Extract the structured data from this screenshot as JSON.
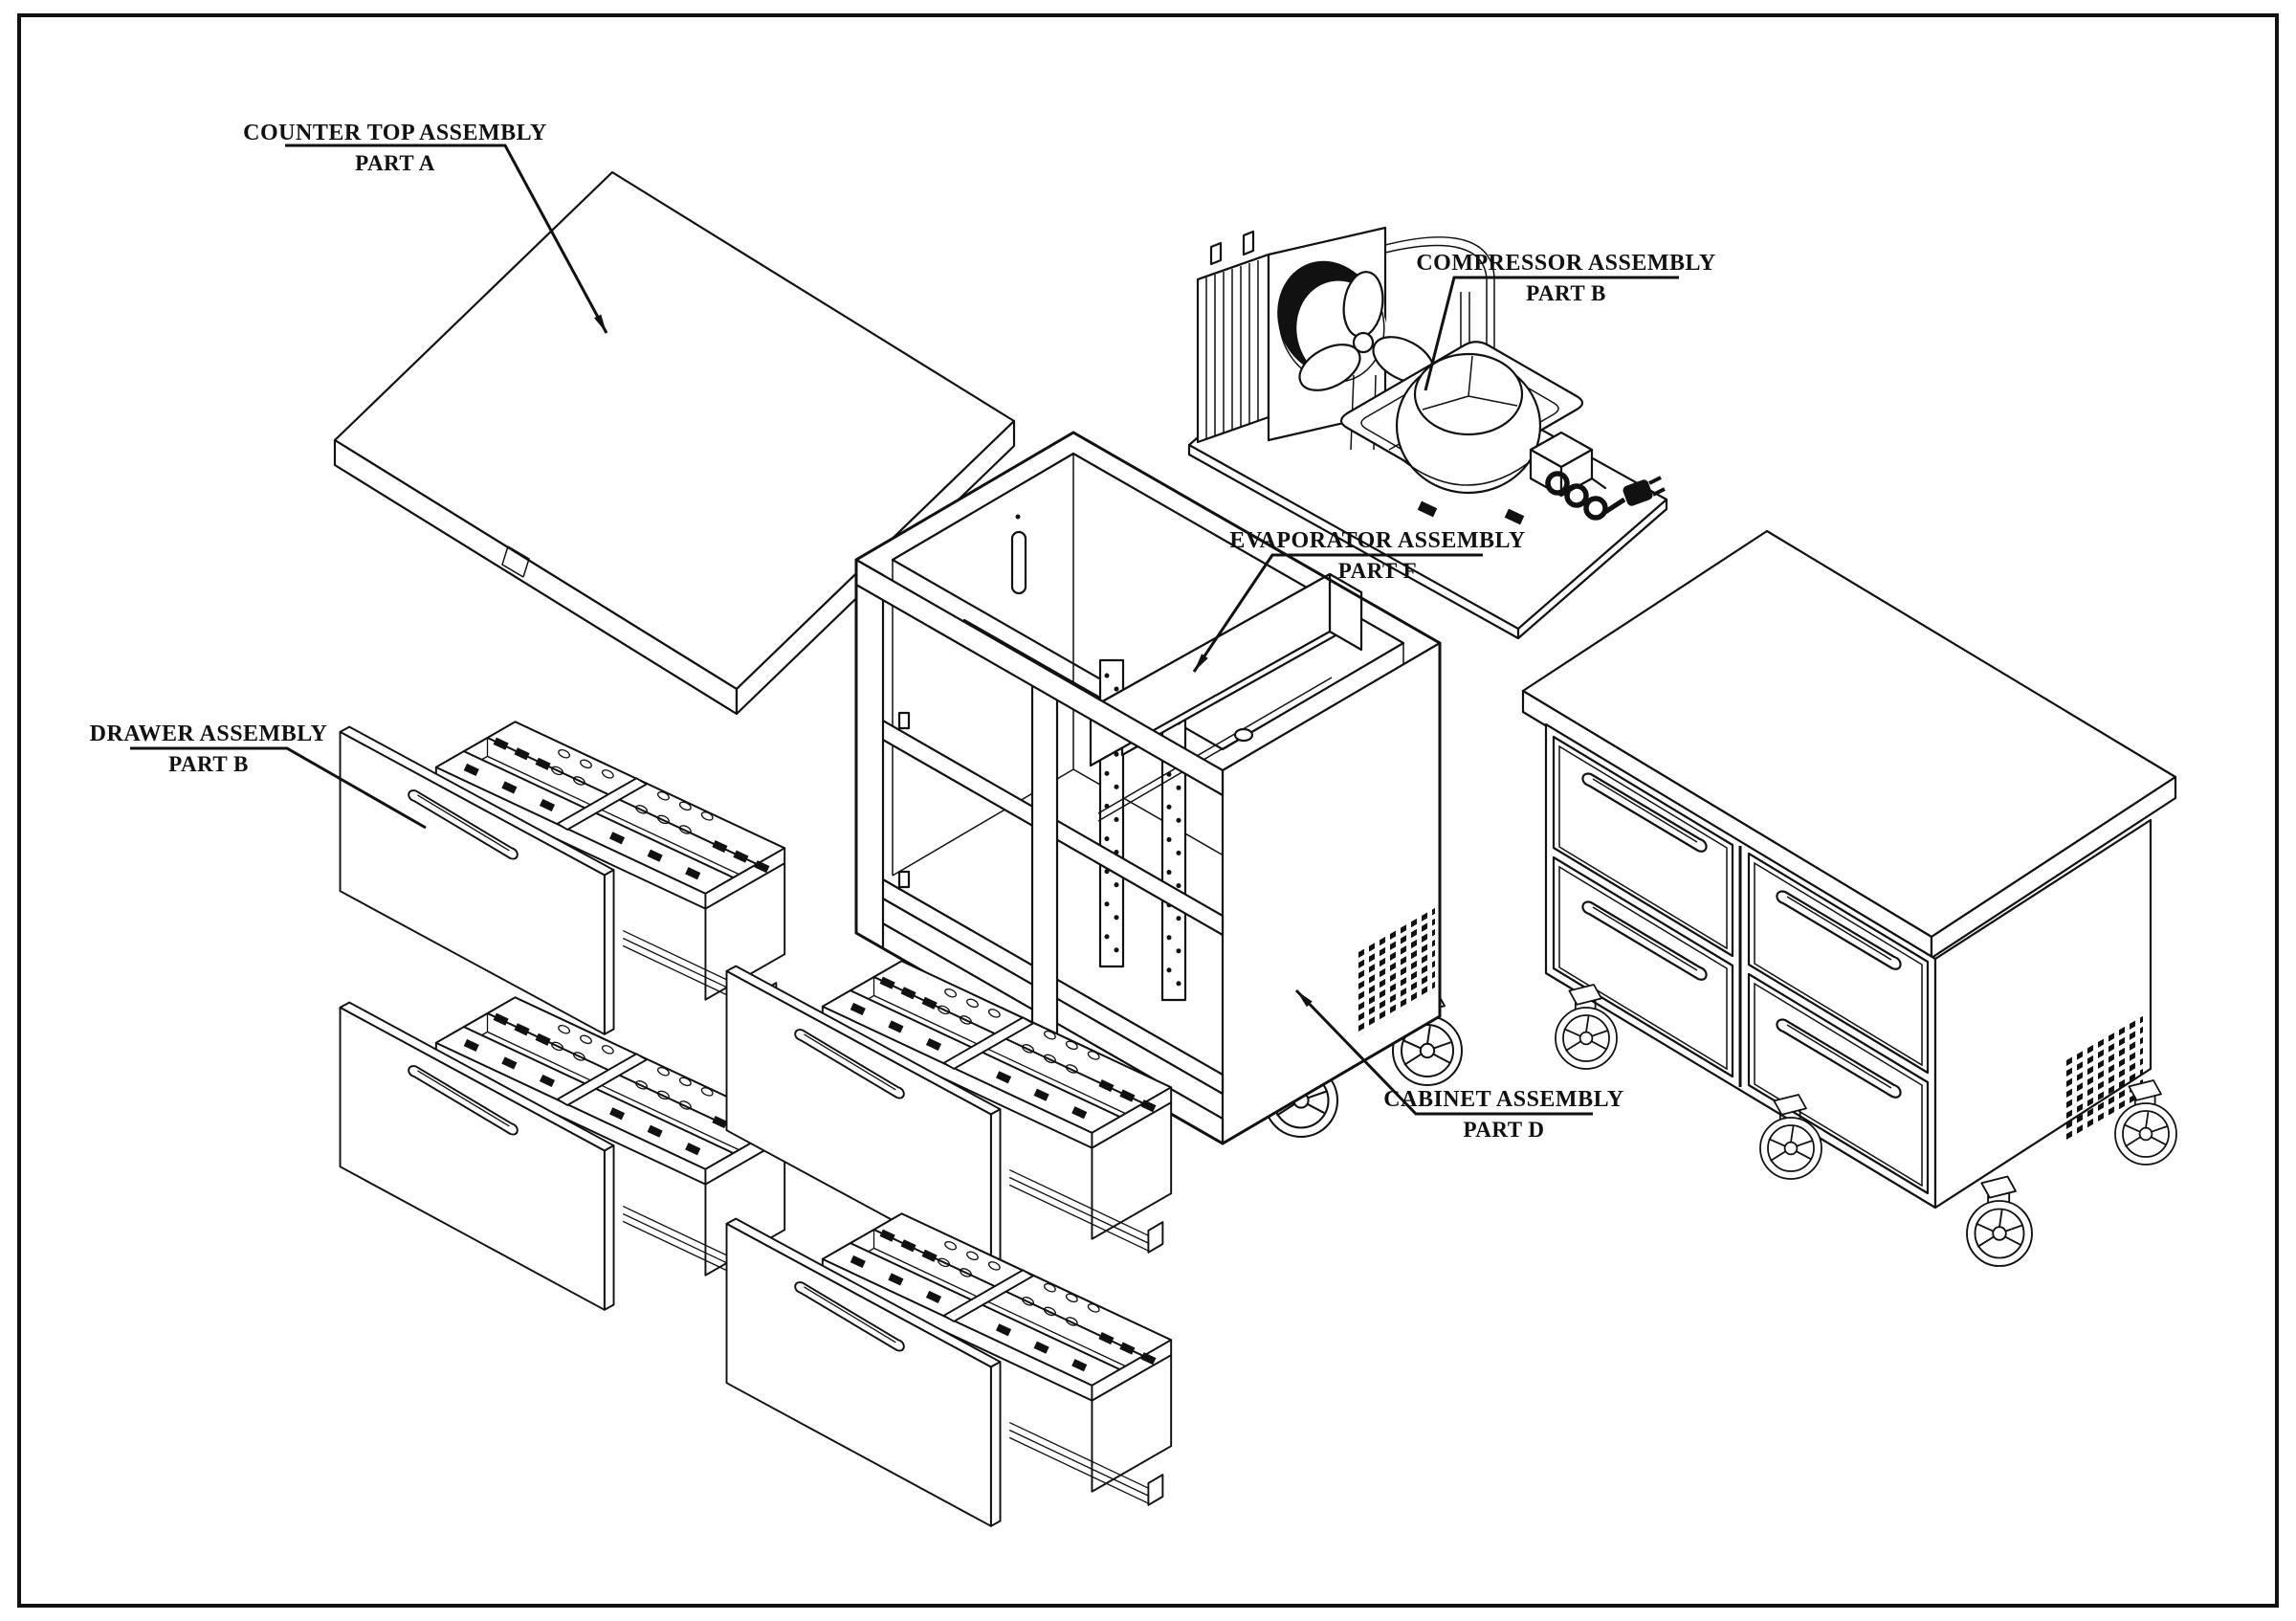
{
  "labels": {
    "counter_top": {
      "title": "COUNTER TOP ASSEMBLY",
      "part": "PART A"
    },
    "compressor": {
      "title": "COMPRESSOR ASSEMBLY",
      "part": "PART B"
    },
    "evaporator": {
      "title": "EVAPORATOR ASSEMBLY",
      "part": "PART F"
    },
    "drawer": {
      "title": "DRAWER ASSEMBLY",
      "part": "PART B"
    },
    "cabinet": {
      "title": "CABINET ASSEMBLY",
      "part": "PART D"
    }
  },
  "colors": {
    "line": "#111111",
    "background": "#ffffff"
  }
}
